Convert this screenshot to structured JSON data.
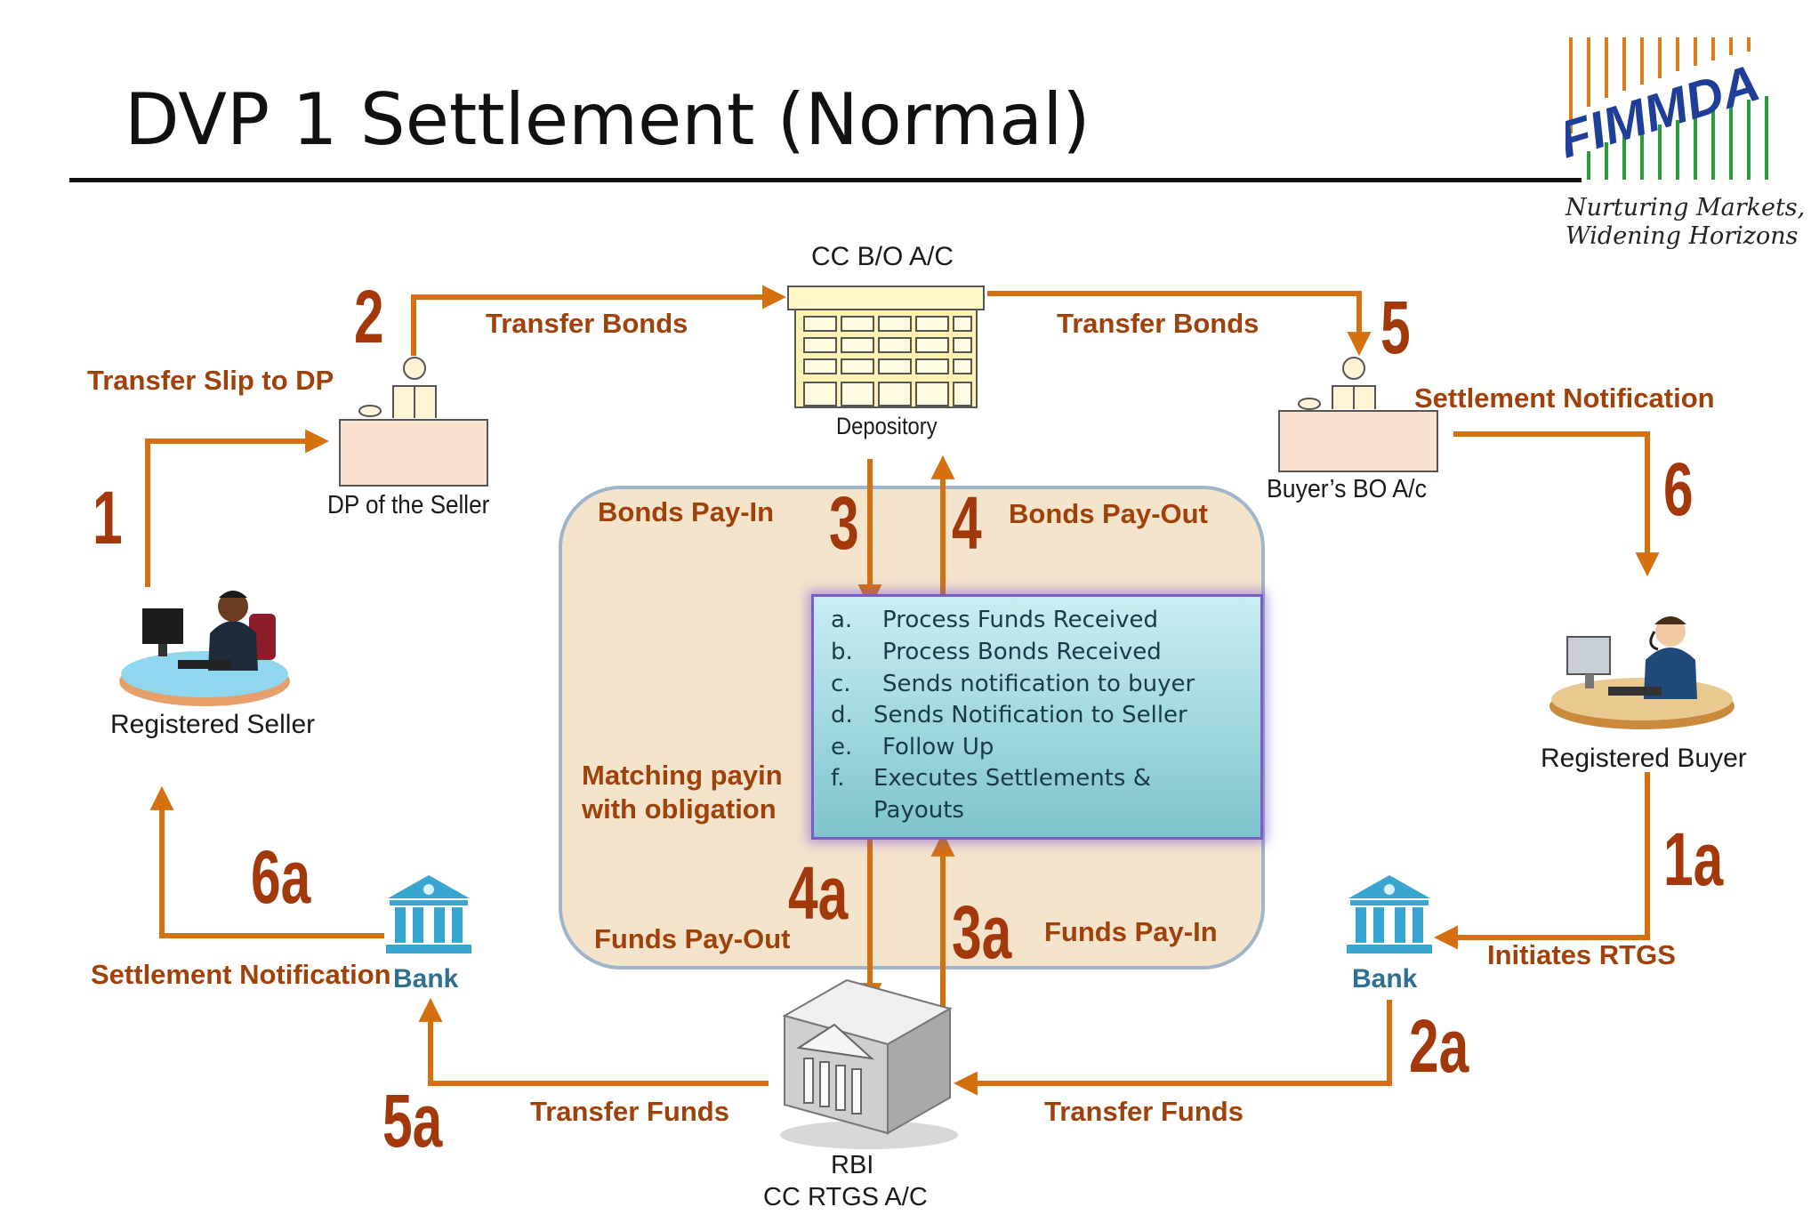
{
  "title": "DVP 1 Settlement (Normal)",
  "logo": {
    "text": "FIMMDA",
    "tagline_1": "Nurturing Markets,",
    "tagline_2": "Widening Horizons"
  },
  "nodes": {
    "depository_header": "CC B/O A/C",
    "depository": "Depository",
    "dp_seller": "DP of the Seller",
    "buyer_bo": "Buyer’s BO A/c",
    "seller": "Registered Seller",
    "buyer": "Registered Buyer",
    "bank_left": "Bank",
    "bank_right": "Bank",
    "rbi_1": "RBI",
    "rbi_2": "CC RTGS A/C"
  },
  "steps": {
    "s1": "1",
    "s2": "2",
    "s3": "3",
    "s4": "4",
    "s5": "5",
    "s6": "6",
    "s1a": "1a",
    "s2a": "2a",
    "s3a": "3a",
    "s4a": "4a",
    "s5a": "5a",
    "s6a": "6a"
  },
  "labels": {
    "transfer_slip": "Transfer Slip to DP",
    "transfer_bonds_left": "Transfer Bonds",
    "transfer_bonds_right": "Transfer Bonds",
    "settlement_notification_right": "Settlement Notification",
    "bonds_pay_in": "Bonds Pay-In",
    "bonds_pay_out": "Bonds Pay-Out",
    "matching_1": "Matching payin",
    "matching_2": "with obligation",
    "funds_pay_out": "Funds Pay-Out",
    "funds_pay_in": "Funds Pay-In",
    "initiates_rtgs": "Initiates RTGS",
    "settlement_notification_left": "Settlement Notification",
    "transfer_funds_left": "Transfer Funds",
    "transfer_funds_right": "Transfer Funds"
  },
  "process": [
    {
      "letter": "a.",
      "text": "Process Funds Received"
    },
    {
      "letter": "b.",
      "text": "Process Bonds Received"
    },
    {
      "letter": "c.",
      "text": "Sends notification to buyer"
    },
    {
      "letter": "d.",
      "text": "Sends Notification to Seller"
    },
    {
      "letter": "e.",
      "text": "Follow Up"
    },
    {
      "letter": "f.",
      "text": "Executes Settlements &"
    },
    {
      "letter": "",
      "text": "Payouts"
    }
  ],
  "colors": {
    "arrow": "#d4700f",
    "step": "#a3390b",
    "label": "#a0410a",
    "panel": "#f4e4cc",
    "bank": "#2f8fb5"
  }
}
